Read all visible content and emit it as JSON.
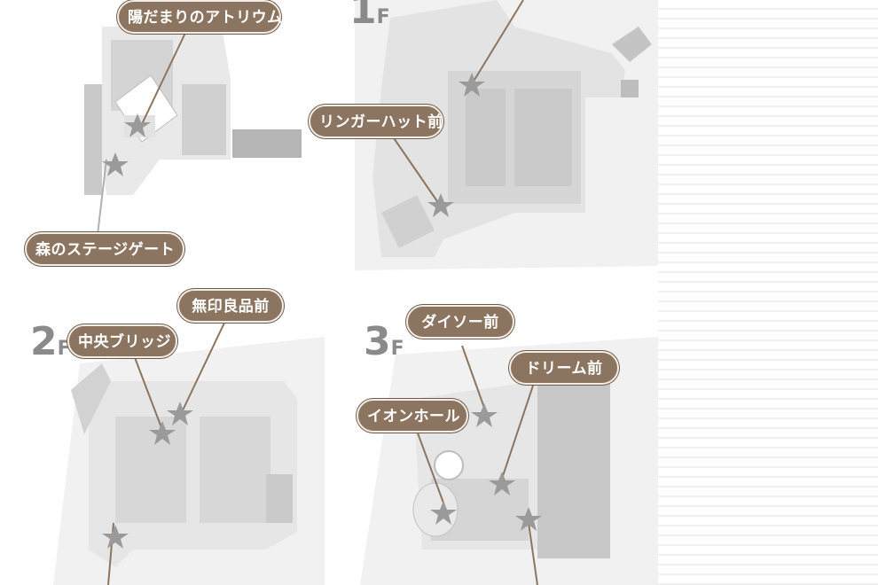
{
  "colors": {
    "callout_bg": "#8c7560",
    "map_bg": "#f1f1f1",
    "map_block": "#d7d7d7",
    "map_dark": "#b9b9b9",
    "star": "#9a9a9a"
  },
  "floors": {
    "f1": {
      "number": "1",
      "suffix": "F"
    },
    "f2": {
      "number": "2",
      "suffix": "F"
    },
    "f3": {
      "number": "3",
      "suffix": "F"
    }
  },
  "callouts": {
    "atrium": "陽だまりのアトリウム",
    "stage_gate": "森のステージゲート",
    "ringer_hut": "リンガーハット前",
    "central_bridge": "中央ブリッジ",
    "muji": "無印良品前",
    "daiso": "ダイソー前",
    "aeon_hall": "イオンホール",
    "dream": "ドリーム前"
  },
  "icons": {
    "marker": "star-marker-icon"
  }
}
